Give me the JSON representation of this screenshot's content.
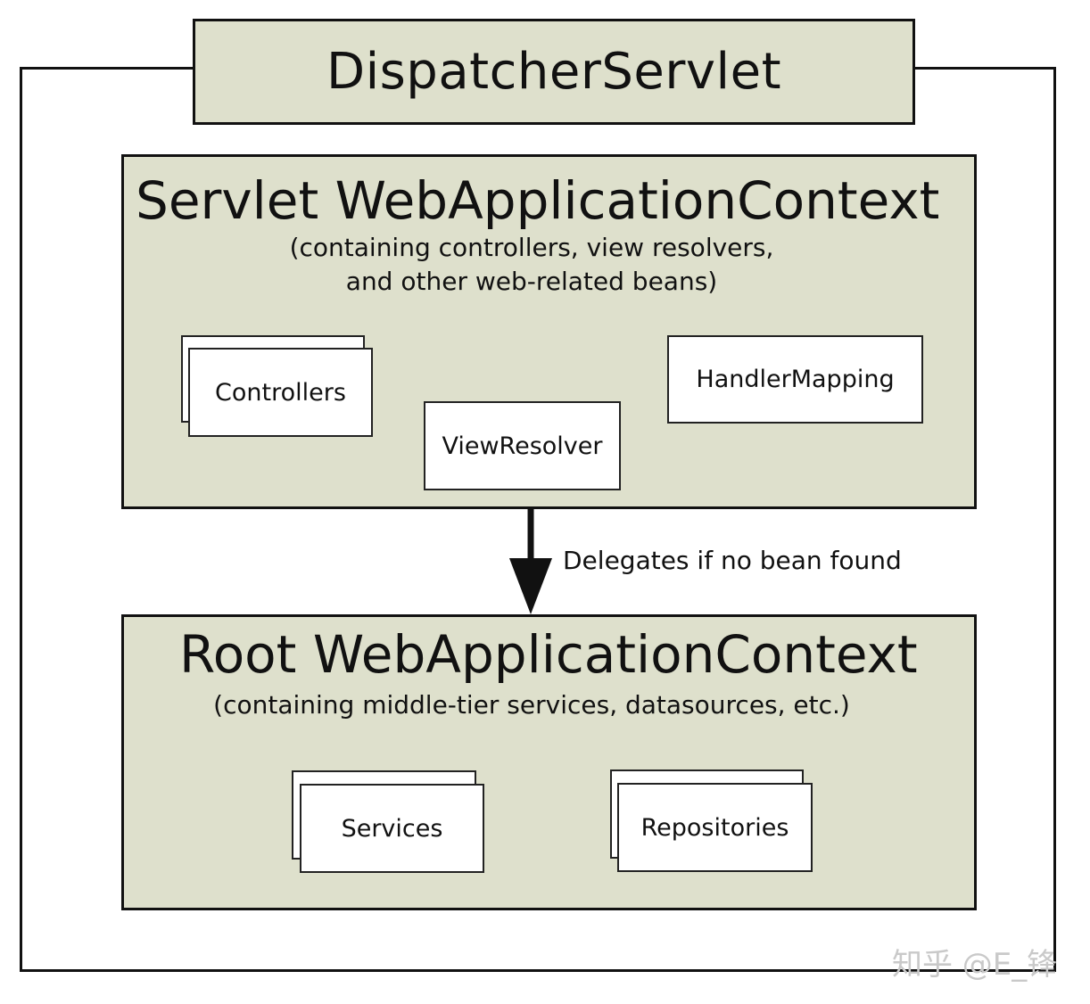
{
  "dispatcher": {
    "title": "DispatcherServlet"
  },
  "servlet_context": {
    "title": "Servlet WebApplicationContext",
    "subtitle_line1": "(containing controllers, view resolvers,",
    "subtitle_line2": "and other web-related beans)",
    "beans": {
      "controllers": "Controllers",
      "view_resolver": "ViewResolver",
      "handler_mapping": "HandlerMapping"
    }
  },
  "arrow": {
    "label": "Delegates if no bean found"
  },
  "root_context": {
    "title": "Root WebApplicationContext",
    "subtitle": "(containing middle-tier services, datasources, etc.)",
    "beans": {
      "services": "Services",
      "repositories": "Repositories"
    }
  },
  "watermark": {
    "text": "知乎 @E_锋"
  }
}
